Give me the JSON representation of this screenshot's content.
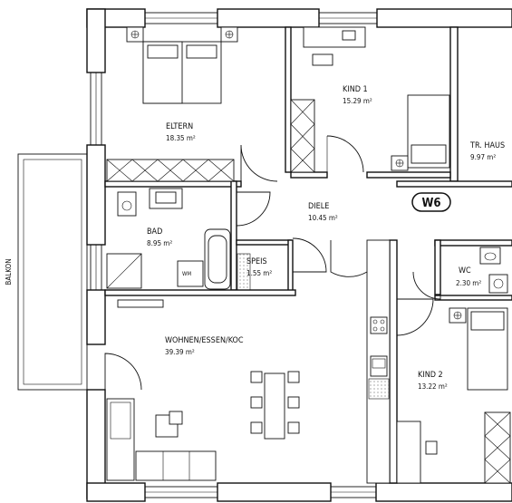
{
  "apartment_tag": "W6",
  "rooms": {
    "eltern": {
      "name": "ELTERN",
      "area": "18.35 m²"
    },
    "kind1": {
      "name": "KIND 1",
      "area": "15.29 m²"
    },
    "treppenhaus": {
      "name": "TR. HAUS",
      "area": "9.97 m²"
    },
    "diele": {
      "name": "DIELE",
      "area": "10.45 m²"
    },
    "bad": {
      "name": "BAD",
      "area": "8.95 m²"
    },
    "speis": {
      "name": "SPEIS",
      "area": "1.55 m²"
    },
    "wc": {
      "name": "WC",
      "area": "2.30 m²"
    },
    "wohnen": {
      "name": "WOHNEN/ESSEN/KOC",
      "area": "39.39 m²"
    },
    "kind2": {
      "name": "KIND 2",
      "area": "13.22 m²"
    }
  },
  "balcony_label": "BALKON",
  "washing_machine_label": "WM"
}
